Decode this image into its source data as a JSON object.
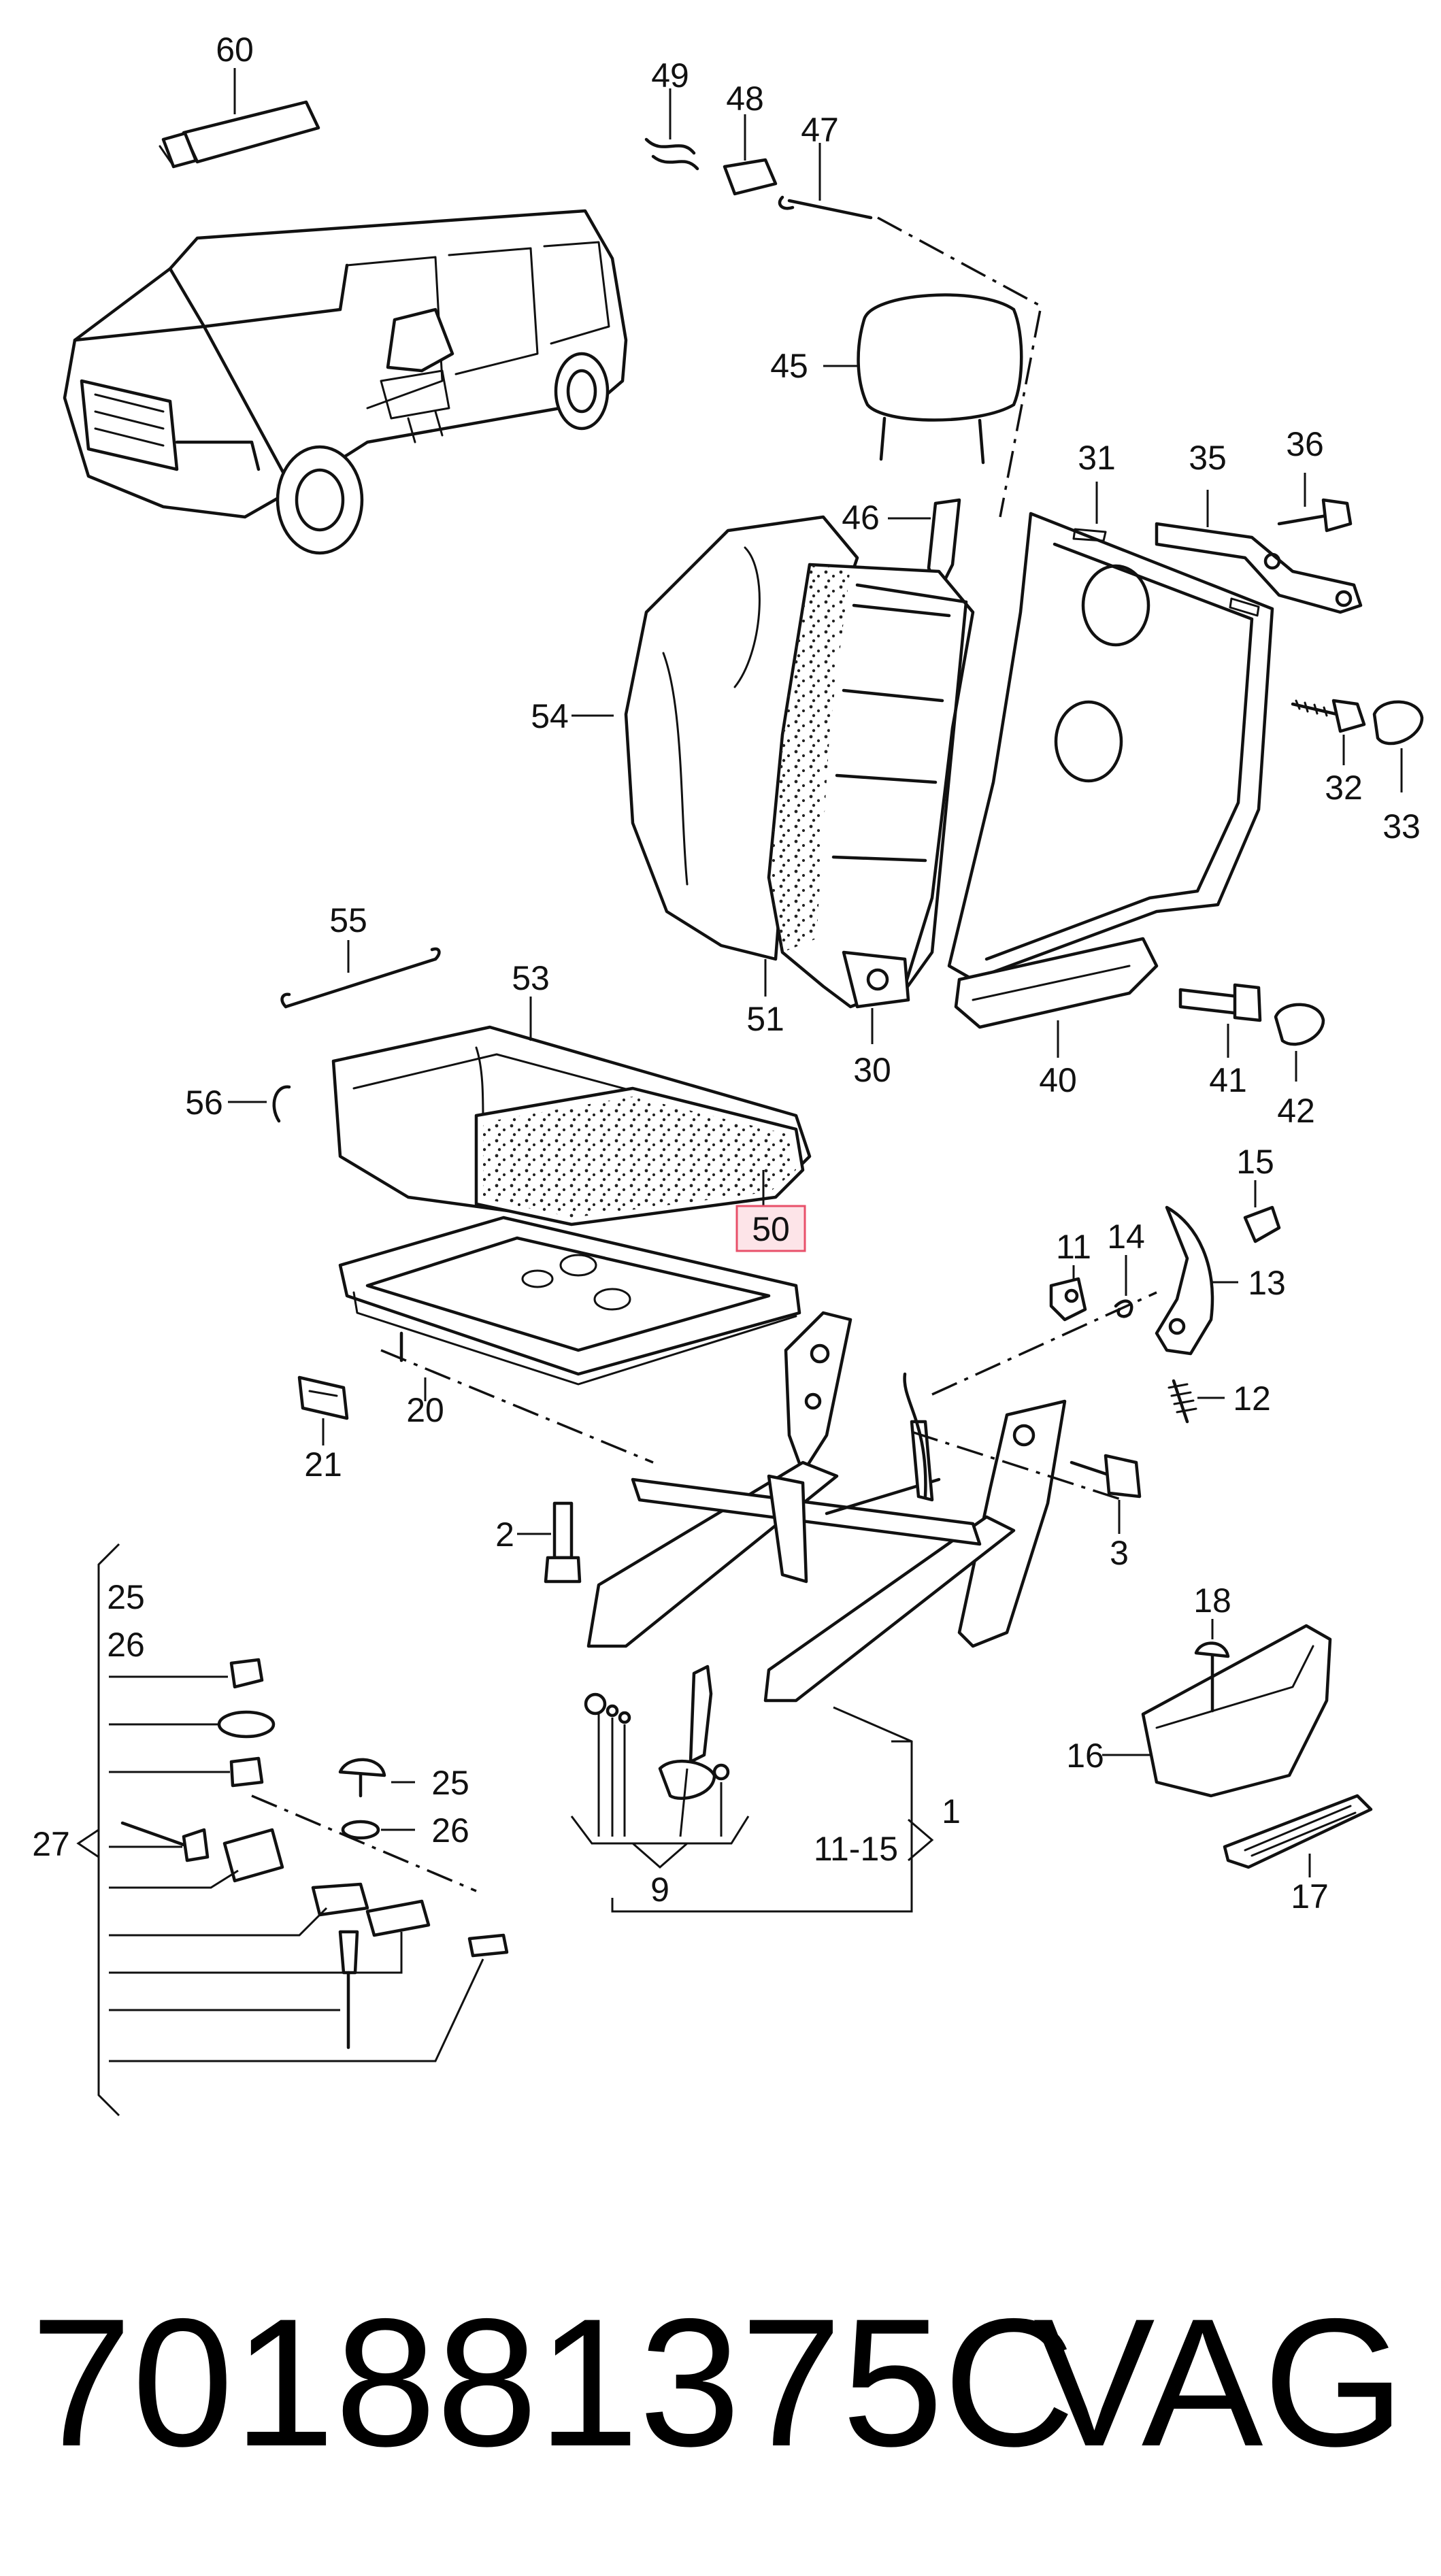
{
  "diagram": {
    "callouts": [
      {
        "id": "c60",
        "text": "60"
      },
      {
        "id": "c49",
        "text": "49"
      },
      {
        "id": "c48",
        "text": "48"
      },
      {
        "id": "c47",
        "text": "47"
      },
      {
        "id": "c45",
        "text": "45"
      },
      {
        "id": "c46",
        "text": "46"
      },
      {
        "id": "c31",
        "text": "31"
      },
      {
        "id": "c35",
        "text": "35"
      },
      {
        "id": "c36",
        "text": "36"
      },
      {
        "id": "c54",
        "text": "54"
      },
      {
        "id": "c32",
        "text": "32"
      },
      {
        "id": "c33",
        "text": "33"
      },
      {
        "id": "c55",
        "text": "55"
      },
      {
        "id": "c53",
        "text": "53"
      },
      {
        "id": "c56",
        "text": "56"
      },
      {
        "id": "c51",
        "text": "51"
      },
      {
        "id": "c30",
        "text": "30"
      },
      {
        "id": "c40",
        "text": "40"
      },
      {
        "id": "c41",
        "text": "41"
      },
      {
        "id": "c42",
        "text": "42"
      },
      {
        "id": "c50",
        "text": "50"
      },
      {
        "id": "c15",
        "text": "15"
      },
      {
        "id": "c11",
        "text": "11"
      },
      {
        "id": "c14",
        "text": "14"
      },
      {
        "id": "c13",
        "text": "13"
      },
      {
        "id": "c12",
        "text": "12"
      },
      {
        "id": "c20",
        "text": "20"
      },
      {
        "id": "c21",
        "text": "21"
      },
      {
        "id": "c2",
        "text": "2"
      },
      {
        "id": "c3",
        "text": "3"
      },
      {
        "id": "c18",
        "text": "18"
      },
      {
        "id": "c25a",
        "text": "25"
      },
      {
        "id": "c26a",
        "text": "26"
      },
      {
        "id": "c25b",
        "text": "25"
      },
      {
        "id": "c26b",
        "text": "26"
      },
      {
        "id": "c27",
        "text": "27"
      },
      {
        "id": "c16",
        "text": "16"
      },
      {
        "id": "c1",
        "text": "1"
      },
      {
        "id": "c11_15",
        "text": "11-15"
      },
      {
        "id": "c9",
        "text": "9"
      },
      {
        "id": "c17",
        "text": "17"
      }
    ],
    "highlighted_callout": "50",
    "highlight_color": "#e8506a",
    "highlight_fill": "#fde4e8"
  },
  "footer": {
    "part_number": "701881375C",
    "brand": "VAG"
  }
}
